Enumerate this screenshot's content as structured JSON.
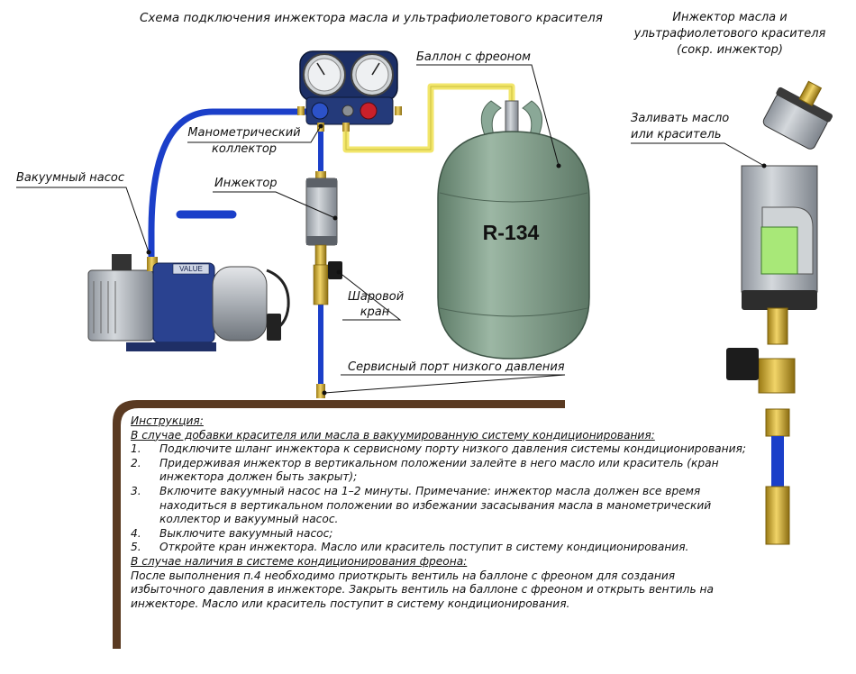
{
  "titles": {
    "main": "Схема подключения инжектора масла и ультрафиолетового красителя",
    "right_line1": "Инжектор масла и",
    "right_line2": "ультрафиолетового красителя",
    "right_line3": "(сокр. инжектор)"
  },
  "labels": {
    "cylinder": "Баллон с фреоном",
    "cylinder_marking": "R-134",
    "manifold_line1": "Манометрический",
    "manifold_line2": "коллектор",
    "vacuum_pump": "Вакуумный насос",
    "pump_brand": "VALUE",
    "injector": "Инжектор",
    "ball_valve_line1": "Шаровой",
    "ball_valve_line2": "кран",
    "service_port": "Сервисный порт низкого давления",
    "fill_line1": "Заливать масло",
    "fill_line2": "или краситель"
  },
  "instructions": {
    "heading": "Инструкция:",
    "case1": "В случае добавки красителя или масла в вакуумированную систему кондиционирования:",
    "steps": [
      {
        "num": "1.",
        "text": "Подключите шланг инжектора к сервисному порту низкого давления системы кондиционирования;"
      },
      {
        "num": "2.",
        "text": "Придерживая инжектор в вертикальном положении залейте в него масло или краситель (кран инжектора должен быть закрыт);"
      },
      {
        "num": "3.",
        "text": "Включите вакуумный насос на 1–2 минуты. Примечание: инжектор масла должен все время находиться в вертикальном положении во избежании засасывания масла в манометрический коллектор и вакуумный насос."
      },
      {
        "num": "4.",
        "text": "Выключите вакуумный насос;"
      },
      {
        "num": "5.",
        "text": "Откройте кран инжектора. Масло или краситель поступит в систему кондиционирования."
      }
    ],
    "case2": "В случае наличия в системе кондиционирования фреона:",
    "case2_text": "После выполнения п.4 необходимо приоткрыть вентиль на баллоне с фреоном для создания избыточного давления в инжекторе. Закрыть вентиль на баллоне с фреоном и открыть вентиль на инжекторе. Масло или краситель поступит в систему кондиционирования."
  },
  "colors": {
    "blue_hose": "#1b3fc9",
    "yellow_hose": "#f2e66b",
    "cylinder": "#7d9b87",
    "pipe": "#5a3a22",
    "brass": "#c9a227",
    "dye": "#a8e878"
  }
}
